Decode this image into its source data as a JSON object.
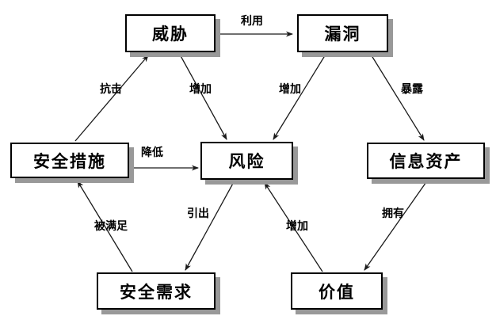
{
  "diagram": {
    "type": "concept-relationship-diagram",
    "nodes": {
      "threat": {
        "label": "威胁"
      },
      "vulnerability": {
        "label": "漏洞"
      },
      "security_measures": {
        "label": "安全措施"
      },
      "risk": {
        "label": "风险"
      },
      "information_assets": {
        "label": "信息资产"
      },
      "security_requirements": {
        "label": "安全需求"
      },
      "value": {
        "label": "价值"
      }
    },
    "edges": {
      "exploit": {
        "label": "利用",
        "from": "威胁",
        "to": "漏洞"
      },
      "counteract": {
        "label": "抗击",
        "from": "安全措施",
        "to": "威胁"
      },
      "threat_increases": {
        "label": "增加",
        "from": "威胁",
        "to": "风险"
      },
      "vulnerability_increases": {
        "label": "增加",
        "from": "漏洞",
        "to": "风险"
      },
      "expose": {
        "label": "暴露",
        "from": "漏洞",
        "to": "信息资产"
      },
      "reduce": {
        "label": "降低",
        "from": "安全措施",
        "to": "风险"
      },
      "satisfied_by": {
        "label": "被满足",
        "from": "安全需求",
        "to": "安全措施"
      },
      "leads_to": {
        "label": "引出",
        "from": "风险",
        "to": "安全需求"
      },
      "value_increases": {
        "label": "增加",
        "from": "价值",
        "to": "风险"
      },
      "owns": {
        "label": "拥有",
        "from": "信息资产",
        "to": "价值"
      }
    },
    "colors": {
      "background": "#ffffff",
      "node_fill": "#ffffff",
      "node_border": "#000000",
      "node_shadow": "#999999",
      "edge": "#1a1a1a",
      "text": "#000000"
    }
  }
}
